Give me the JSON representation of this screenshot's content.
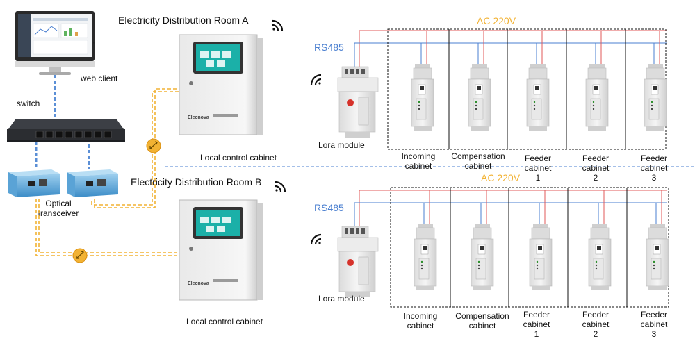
{
  "colors": {
    "ac_line": "#e05a5a",
    "rs485_line": "#4a7fd0",
    "ac_label": "#f2b233",
    "rs485_label": "#4a7fd0",
    "fiber": "#f2b233",
    "data_link": "#5b8fd6",
    "panel_screen": "#1bb0a8"
  },
  "icons": {
    "wifi": "wifi-icon",
    "fiber_switch": "bidirectional-arrows-icon"
  },
  "labels": {
    "web_client": "web client",
    "switch": "switch",
    "optical_transceiver_line1": "Optical",
    "optical_transceiver_line2": "transceiver",
    "dot": ","
  },
  "rooms": [
    {
      "title": "Electricity Distribution Room A",
      "cabinet_label": "Local control cabinet",
      "ac_label": "AC 220V",
      "rs485_label": "RS485",
      "lora_label": "Lora module",
      "brand": "Elecnova",
      "cabinets": [
        {
          "line1": "Incoming",
          "line2": "cabinet",
          "line3": ""
        },
        {
          "line1": "Compensation",
          "line2": "cabinet",
          "line3": ""
        },
        {
          "line1": "Feeder",
          "line2": "cabinet",
          "line3": "1"
        },
        {
          "line1": "Feeder",
          "line2": "cabinet",
          "line3": "2"
        },
        {
          "line1": "Feeder",
          "line2": "cabinet",
          "line3": "3"
        }
      ]
    },
    {
      "title": "Electricity Distribution Room B",
      "cabinet_label": "Local control cabinet",
      "ac_label": "AC 220V",
      "rs485_label": "RS485",
      "lora_label": "Lora module",
      "brand": "Elecnova",
      "cabinets": [
        {
          "line1": "Incoming",
          "line2": "cabinet",
          "line3": ""
        },
        {
          "line1": "Compensation",
          "line2": "cabinet",
          "line3": ""
        },
        {
          "line1": "Feeder",
          "line2": "cabinet",
          "line3": "1"
        },
        {
          "line1": "Feeder",
          "line2": "cabinet",
          "line3": "2"
        },
        {
          "line1": "Feeder",
          "line2": "cabinet",
          "line3": "3"
        }
      ]
    }
  ]
}
